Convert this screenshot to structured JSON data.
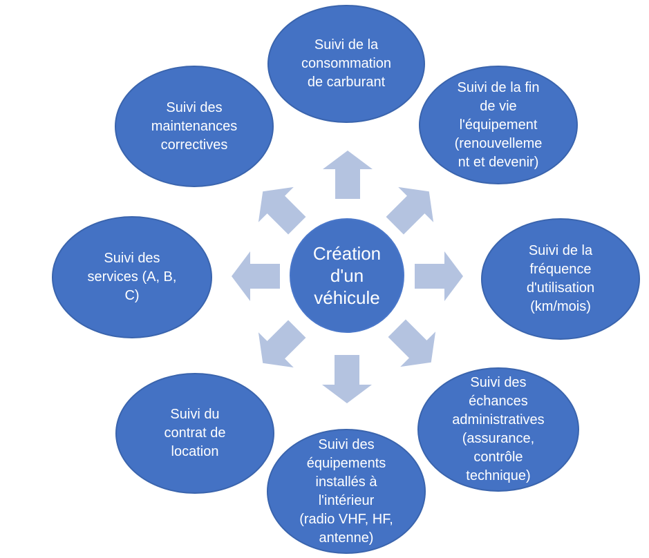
{
  "diagram": {
    "center": {
      "label": "Création\nd'un\nvéhicule"
    },
    "nodes": [
      {
        "id": "fuel",
        "label": "Suivi de la\nconsommation\nde carburant"
      },
      {
        "id": "end-of-life",
        "label": "Suivi de la fin\nde vie\nl'équipement\n(renouvelleme\nnt et devenir)"
      },
      {
        "id": "usage",
        "label": "Suivi de la\nfréquence\nd'utilisation\n(km/mois)"
      },
      {
        "id": "admin",
        "label": "Suivi des\néchances\nadministratives\n(assurance,\ncontrôle\ntechnique)"
      },
      {
        "id": "equipment",
        "label": "Suivi des\néquipements\ninstallés à\nl'intérieur\n(radio VHF, HF,\nantenne)"
      },
      {
        "id": "rental",
        "label": "Suivi du\ncontrat de\nlocation"
      },
      {
        "id": "services",
        "label": "Suivi des\nservices (A, B,\nC)"
      },
      {
        "id": "maintenance",
        "label": "Suivi des\nmaintenances\ncorrectives"
      }
    ],
    "colors": {
      "node_fill": "#4472c4",
      "arrow_fill": "#b4c3e0",
      "text": "#ffffff",
      "background": "#ffffff"
    }
  }
}
